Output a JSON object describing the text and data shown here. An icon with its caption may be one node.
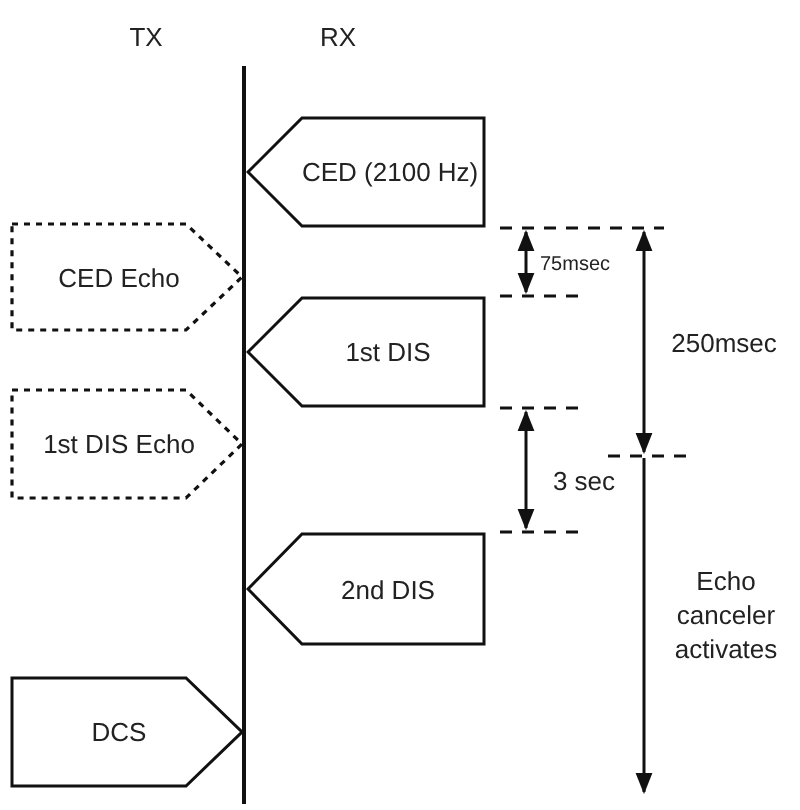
{
  "diagram": {
    "nodes": [
      {
        "text": [
          "CED (2100 Hz)"
        ]
      },
      {
        "text": [
          "CED Echo"
        ]
      },
      {
        "text": [
          "1st DIS"
        ]
      },
      {
        "text": [
          "1st DIS Echo"
        ]
      },
      {
        "text": [
          "2nd DIS"
        ]
      },
      {
        "text": [
          "DCS"
        ]
      }
    ],
    "labels": [
      "TX",
      "RX",
      "75msec",
      "250msec",
      "3 sec",
      "Echo canceler activates"
    ]
  }
}
